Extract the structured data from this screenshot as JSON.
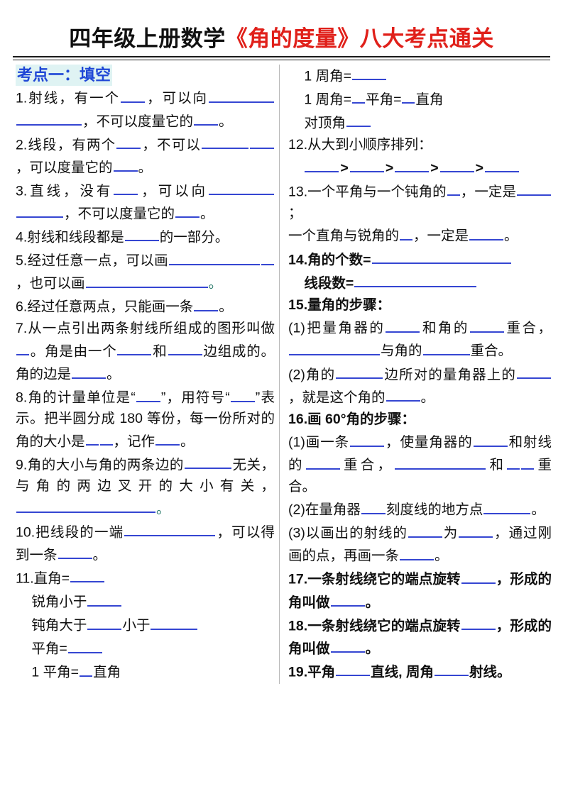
{
  "title": {
    "black_part": "四年级上册数学",
    "red_part": "《角的度量》八大考点通关",
    "title_black_color": "#101010",
    "title_red_color": "#e0201a"
  },
  "theme": {
    "blank_underline_color": "#3546d2",
    "section_header_text_color": "#1f47d6",
    "section_header_highlight_color": "#dff3f3",
    "body_text_color": "#101010",
    "divider_color": "#b9b9b9"
  },
  "left_column": {
    "section_header": "考点一：填空",
    "items": [
      {
        "id": "q1",
        "text_a": "1.射线，有一个",
        "text_b": "，可以向",
        "text_c": "，不可以度量它的",
        "text_d": "。"
      },
      {
        "id": "q2",
        "text_a": "2.线段，有两个",
        "text_b": "，不可以",
        "text_c": "，可以度量它的",
        "text_d": "。"
      },
      {
        "id": "q3",
        "text_a": "3.直线，没有",
        "text_b": "，可以向",
        "text_c": "，不可以度量它的",
        "text_d": "。"
      },
      {
        "id": "q4",
        "text_a": "4.射线和线段都是",
        "text_b": "的一部分。"
      },
      {
        "id": "q5",
        "text_a": "5.经过任意一点，可以画",
        "text_b": "，也可以画",
        "text_c": "。"
      },
      {
        "id": "q6",
        "text_a": "6.经过任意两点，只能画一条",
        "text_b": "。"
      },
      {
        "id": "q7",
        "text_a": "7.从一点引出两条射线所组成的图形叫做",
        "text_b": "。角是由一个",
        "text_c": "和",
        "text_d": "边组成的。角的边是",
        "text_e": "。"
      },
      {
        "id": "q8",
        "text_a": "8.角的计量单位是“",
        "text_b": "”，用符号“",
        "text_c": "”表示。把半圆分成 180 等份，每一份所对的角的大小是",
        "text_d": "，记作",
        "text_e": "。"
      },
      {
        "id": "q9",
        "text_a": "9.角的大小与角的两条边的",
        "text_b": "无关，与角的两边叉开的大小有关，",
        "text_c": "。"
      },
      {
        "id": "q10",
        "text_a": "10.把线段的一端",
        "text_b": "，可以得到一条",
        "text_c": "。"
      },
      {
        "id": "q11",
        "text_a": "11.直角="
      },
      {
        "id": "q11a",
        "text_a": "锐角小于"
      },
      {
        "id": "q11b",
        "text_a": "钝角大于",
        "text_b": "小于"
      },
      {
        "id": "q11c",
        "text_a": "平角="
      },
      {
        "id": "q11d",
        "text_a": "1 平角=",
        "text_b": "直角"
      }
    ]
  },
  "right_column": {
    "items": [
      {
        "id": "r1",
        "text_a": "1 周角="
      },
      {
        "id": "r2",
        "text_a": "1 周角=",
        "text_b": "平角=",
        "text_c": "直角"
      },
      {
        "id": "r3",
        "text_a": "对顶角"
      },
      {
        "id": "q12",
        "text_a": "12.从大到小顺序排列：",
        "separator": ">",
        "blank_count": 5
      },
      {
        "id": "q13",
        "text_a": "13.一个平角与一个钝角的",
        "text_b": "，一定是",
        "text_c": "；"
      },
      {
        "id": "q13b",
        "text_a": "一个直角与锐角的",
        "text_b": "，一定是",
        "text_c": "。"
      },
      {
        "id": "q14",
        "text_a": "14.角的个数="
      },
      {
        "id": "q14b",
        "text_a": "线段数="
      },
      {
        "id": "q15",
        "text_a": "15.量角的步骤：",
        "bold": true
      },
      {
        "id": "q15_1",
        "text_a": "(1)把量角器的",
        "text_b": "和角的",
        "text_c": "重合，",
        "text_d": "与角的",
        "text_e": "重合。"
      },
      {
        "id": "q15_2",
        "text_a": "(2)角的",
        "text_b": "边所对的量角器上的",
        "text_c": "，就是这个角的",
        "text_d": "。"
      },
      {
        "id": "q16",
        "text_a": "16.画 60°角的步骤：",
        "bold": true
      },
      {
        "id": "q16_1",
        "text_a": "(1)画一条",
        "text_b": "，使量角器的",
        "text_c": "和射线的",
        "text_d": "重合，",
        "text_e": "和",
        "text_f": "重合。"
      },
      {
        "id": "q16_2",
        "text_a": "(2)在量角器",
        "text_b": "刻度线的地方点",
        "text_c": "。"
      },
      {
        "id": "q16_3",
        "text_a": "(3)以画出的射线的",
        "text_b": "为",
        "text_c": "，通过刚画的点，再画一条",
        "text_d": "。"
      },
      {
        "id": "q17",
        "text_a": "17.一条射线绕它的端点旋转",
        "text_b": "，形成的角叫做",
        "text_c": "。"
      },
      {
        "id": "q18",
        "text_a": "18.一条射线绕它的端点旋转",
        "text_b": "，形成的角叫做",
        "text_c": "。"
      },
      {
        "id": "q19",
        "text_a": "19.平角",
        "text_b": "直线, 周角",
        "text_c": "射线。"
      }
    ]
  }
}
